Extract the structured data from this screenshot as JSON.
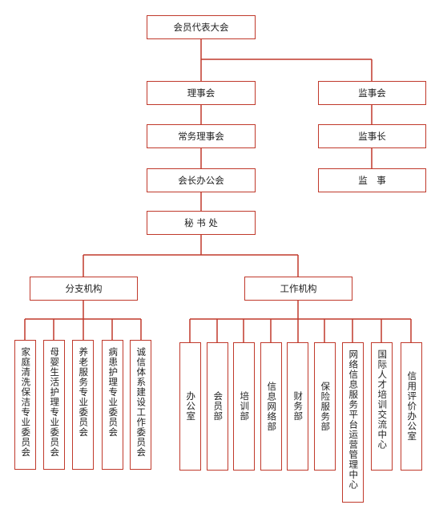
{
  "assembly": "会员代表大会",
  "council": "理事会",
  "supervisory_board": "监事会",
  "standing_council": "常务理事会",
  "chief_supervisor": "监事长",
  "supervisor": "监　事",
  "president_office": "会长办公会",
  "secretariat": "秘 书 处",
  "branches": {
    "title": "分支机构",
    "items": [
      "家庭清洗保洁专业委员会",
      "母婴生活护理专业委员会",
      "养老服务专业委员会",
      "病患护理专业委员会",
      "诚信体系建设工作委员会"
    ]
  },
  "work_units": {
    "title": "工作机构",
    "items": [
      "办公室",
      "会员部",
      "培训部",
      "信息网络部",
      "财务部",
      "保险服务部",
      "网络信息服务平台运营管理中心",
      "国际人才培训交流中心",
      "信用评价办公室"
    ]
  },
  "colors": {
    "line": "#c0392b",
    "text": "#222222",
    "background": "#ffffff"
  }
}
